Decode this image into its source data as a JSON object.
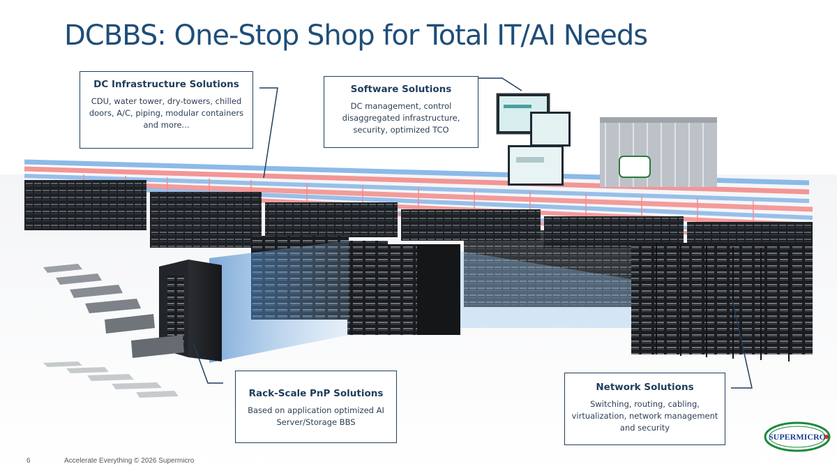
{
  "slide": {
    "title": "DCBBS: One-Stop Shop for Total IT/AI Needs",
    "page_number": "6",
    "footer": "Accelerate Everything © 2026 Supermicro",
    "logo_text": "SUPERMICRO"
  },
  "callouts": [
    {
      "title": "DC Infrastructure Solutions",
      "body": "CDU, water tower, dry-towers, chilled doors, A/C, piping, modular containers and more..."
    },
    {
      "title": "Software Solutions",
      "body": "DC management, control disaggregated infrastructure, security, optimized TCO"
    },
    {
      "title": "Rack-Scale PnP Solutions",
      "body": "Based on application optimized AI Server/Storage BBS"
    },
    {
      "title": "Network Solutions",
      "body": "Switching, routing, cabling, virtualization, network management and security"
    }
  ],
  "colors": {
    "title": "#1f4e79",
    "callout_border": "#1f3d5c",
    "hot_pipe": "#f28b8b",
    "cold_pipe": "#7fb2e5",
    "rack": "#1b1d20",
    "logo_green": "#1a8a3a",
    "logo_blue": "#1d3f95"
  }
}
